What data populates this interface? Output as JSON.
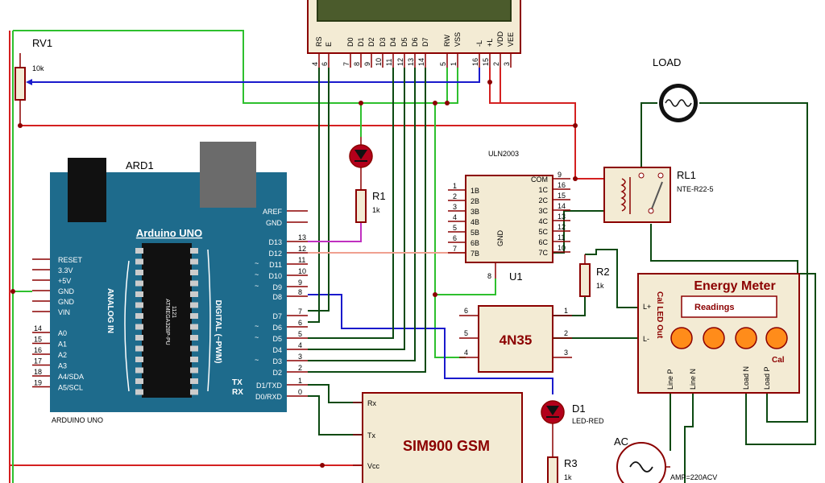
{
  "components": {
    "lcd": {
      "pins": [
        "RS",
        "E",
        "D0",
        "D1",
        "D2",
        "D3",
        "D4",
        "D5",
        "D6",
        "D7",
        "RW",
        "VSS",
        "-L",
        "+L",
        "VDD",
        "VEE"
      ],
      "pin_numbers": [
        "4",
        "6",
        "7",
        "8",
        "9",
        "10",
        "11",
        "12",
        "13",
        "14",
        "5",
        "1",
        "16",
        "15",
        "2",
        "3"
      ]
    },
    "rv1": {
      "ref": "RV1",
      "value": "10k"
    },
    "r1": {
      "ref": "R1",
      "value": "1k"
    },
    "r2": {
      "ref": "R2",
      "value": "1k"
    },
    "r3": {
      "ref": "R3",
      "value": "1k"
    },
    "d1": {
      "ref": "D1",
      "value": "LED-RED"
    },
    "load": {
      "label": "LOAD"
    },
    "relay": {
      "ref": "RL1",
      "value": "NTE-R22-5"
    },
    "uln": {
      "part": "ULN2003",
      "ref": "U1",
      "left_labels": [
        "1B",
        "2B",
        "3B",
        "4B",
        "5B",
        "6B",
        "7B"
      ],
      "left_nums": [
        "1",
        "2",
        "3",
        "4",
        "5",
        "6",
        "7"
      ],
      "right_labels": [
        "COM",
        "1C",
        "2C",
        "3C",
        "4C",
        "5C",
        "6C",
        "7C"
      ],
      "right_nums": [
        "9",
        "16",
        "15",
        "14",
        "13",
        "12",
        "11",
        "10"
      ],
      "gnd_label": "GND",
      "gnd_num": "8"
    },
    "arduino": {
      "ref": "ARD1",
      "title": "Arduino UNO",
      "chip": "ATMEGA328P-PU",
      "chip_sub": "1121",
      "analog_label": "ANALOG IN",
      "digital_label": "DIGITAL (~PWM)",
      "bottom_label": "ARDUINO UNO",
      "tx": "TX",
      "rx": "RX",
      "power_pins": [
        "RESET",
        "3.3V",
        "+5V",
        "GND",
        "GND",
        "VIN"
      ],
      "analog_pins": [
        "A0",
        "A1",
        "A2",
        "A3",
        "A4/SDA",
        "A5/SCL"
      ],
      "analog_nums": [
        "14",
        "15",
        "16",
        "17",
        "18",
        "19"
      ],
      "digital_pins": [
        "AREF",
        "GND",
        "D13",
        "D12",
        "D11",
        "D10",
        "D9",
        "D8",
        "D7",
        "D6",
        "D5",
        "D4",
        "D3",
        "D2",
        "D1/TXD",
        "D0/RXD"
      ],
      "digital_nums": [
        "",
        "",
        "13",
        "12",
        "11",
        "10",
        "9",
        "8",
        "7",
        "6",
        "5",
        "4",
        "3",
        "2",
        "1",
        "0"
      ],
      "pwm_mark": "~"
    },
    "opto": {
      "part": "4N35",
      "pin_left": [
        "6",
        "5",
        "4"
      ],
      "pin_right": [
        "1",
        "2",
        "3"
      ]
    },
    "energy_meter": {
      "title": "Energy Meter",
      "readings": "Readings",
      "cal_led": "Cal LED Out",
      "cal": "Cal",
      "lplus": "L+",
      "lminus": "L-",
      "pins": [
        "Line P",
        "Line N",
        "Load N",
        "Load P"
      ]
    },
    "gsm": {
      "label": "SIM900 GSM",
      "pins": [
        "Rx",
        "Tx",
        "Vcc"
      ]
    },
    "ac": {
      "label": "AC",
      "value": "AMP=220ACV"
    }
  },
  "colors": {
    "wire_red": "#d42020",
    "wire_green": "#2ec02e",
    "wire_blue": "#1a1acc",
    "wire_darkgreen": "#0c4a12",
    "wire_magenta": "#c030c0",
    "wire_pink": "#f0a090",
    "arduino_board": "#1e6b8c",
    "component_fill": "#f3ebd4",
    "component_stroke": "#8b0000",
    "led_fill": "#b3001b",
    "meter_button": "#ff8c1a"
  }
}
